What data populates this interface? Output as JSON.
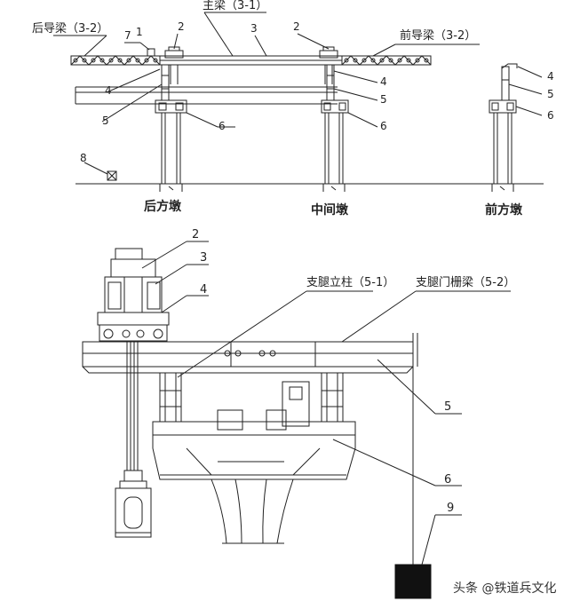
{
  "top_view": {
    "labels": {
      "rear_guide_beam": "后导梁（3-2）",
      "main_beam": "主梁（3-1）",
      "front_guide_beam": "前导梁（3-2）",
      "n7": "7",
      "n1": "1",
      "n2a": "2",
      "n2b": "2",
      "n3": "3",
      "n4a": "4",
      "n4b": "4",
      "n4c": "4",
      "n5a": "5",
      "n5b": "5",
      "n5c": "5",
      "n6a": "6",
      "n6b": "6",
      "n6c": "6",
      "n8": "8"
    },
    "piers": {
      "rear": "后方墩",
      "middle": "中间墩",
      "front": "前方墩"
    }
  },
  "bottom_view": {
    "labels": {
      "n2": "2",
      "n3": "3",
      "n4": "4",
      "leg_column": "支腿立柱（5-1）",
      "leg_gantry": "支腿门栅梁（5-2）",
      "n5": "5",
      "n6": "6",
      "n9": "9"
    }
  },
  "watermark": "头条 @铁道兵文化"
}
